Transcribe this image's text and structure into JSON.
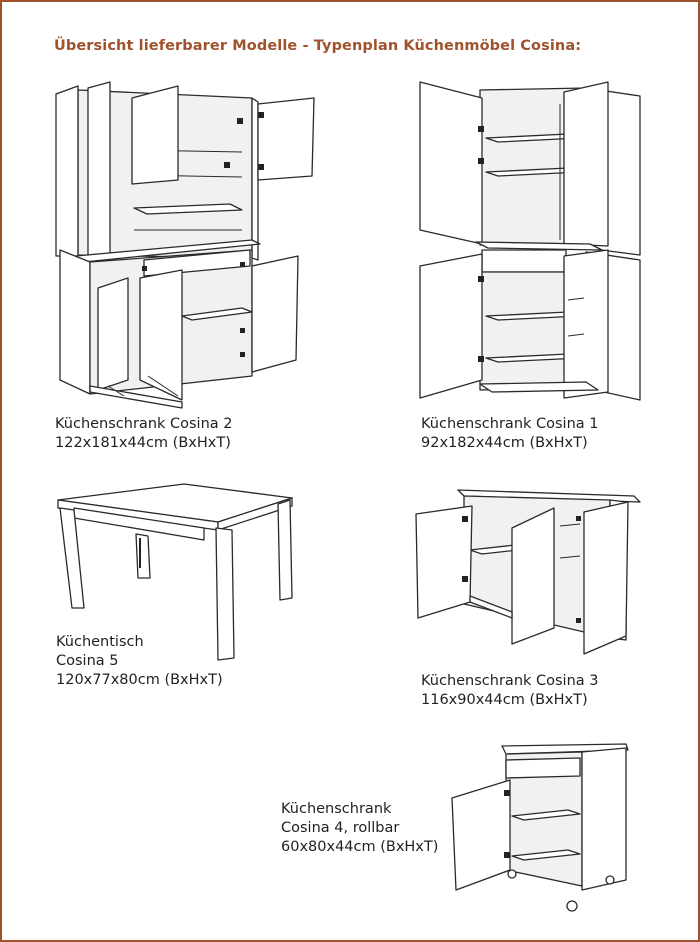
{
  "title": "Übersicht lieferbarer Modelle - Typenplan Küchenmöbel Cosina:",
  "colors": {
    "frame": "#a0522d",
    "title": "#a0522d",
    "text": "#222222",
    "line": "#2a2a2a"
  },
  "models": [
    {
      "name": "Küchenschrank Cosina 2",
      "dims": "122x181x44cm (BxHxT)"
    },
    {
      "name": "Küchenschrank Cosina 1",
      "dims": "92x182x44cm (BxHxT)"
    },
    {
      "name_line1": "Küchentisch",
      "name_line2": "Cosina 5",
      "dims": "120x77x80cm (BxHxT)"
    },
    {
      "name": "Küchenschrank Cosina 3",
      "dims": "116x90x44cm (BxHxT)"
    },
    {
      "name_line1": "Küchenschrank",
      "name_line2": "Cosina 4, rollbar",
      "dims": "60x80x44cm (BxHxT)"
    }
  ]
}
